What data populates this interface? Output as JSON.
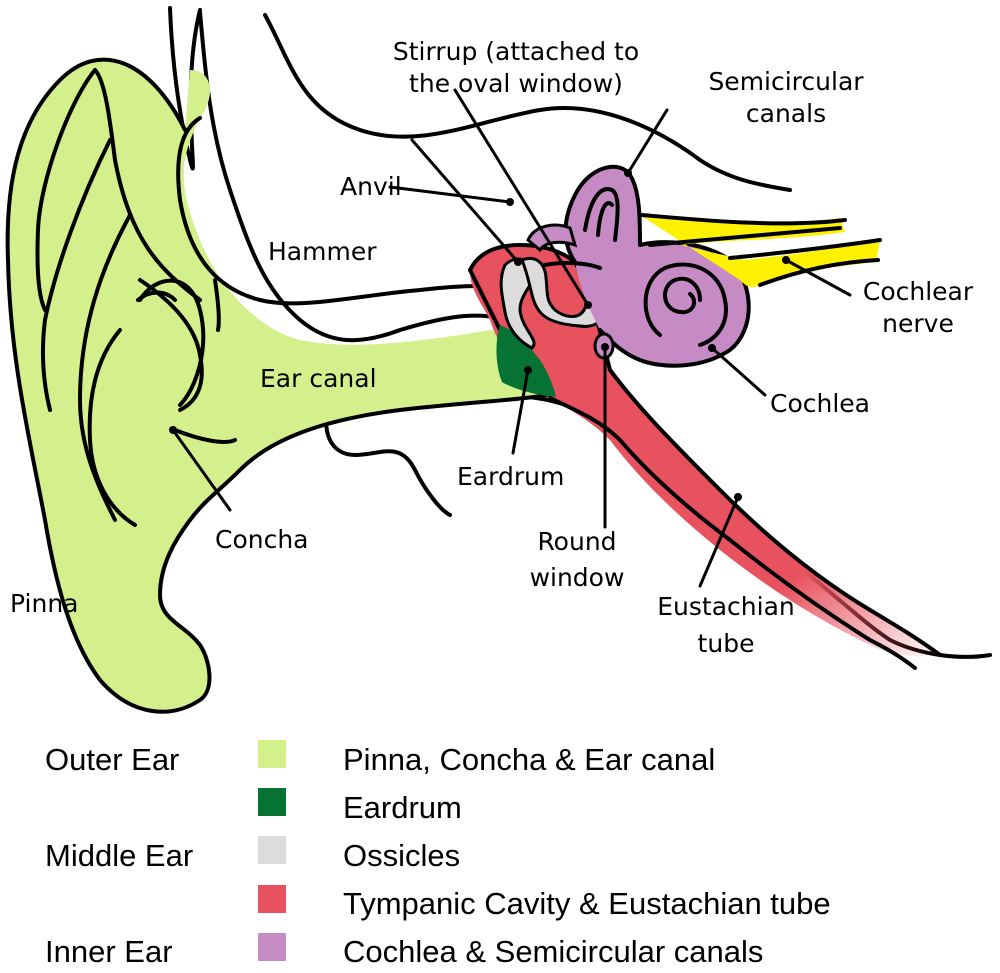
{
  "title": "Anatomy of the human ear",
  "colors": {
    "outer": "#d4f08c",
    "eardrum": "#067233",
    "ossicles": "#dcdcdc",
    "tympanic": "#e8525e",
    "inner": "#c68ac4",
    "nerve": "#fff200",
    "outline": "#000000"
  },
  "labels": {
    "stirrup_line1": "Stirrup (attached to",
    "stirrup_line2": "the oval window)",
    "semicircular_line1": "Semicircular",
    "semicircular_line2": "canals",
    "anvil": "Anvil",
    "hammer": "Hammer",
    "cochlear_nerve_line1": "Cochlear",
    "cochlear_nerve_line2": "nerve",
    "ear_canal": "Ear canal",
    "cochlea": "Cochlea",
    "eardrum": "Eardrum",
    "concha": "Concha",
    "round_window_line1": "Round",
    "round_window_line2": "window",
    "eustachian_line1": "Eustachian",
    "eustachian_line2": "tube",
    "pinna": "Pinna"
  },
  "legend": {
    "groups": [
      {
        "name": "Outer Ear"
      },
      {
        "name": "Middle Ear"
      },
      {
        "name": "Inner Ear"
      }
    ],
    "items": [
      {
        "label": "Pinna, Concha & Ear canal",
        "color": "#d4f08c"
      },
      {
        "label": "Eardrum",
        "color": "#067233"
      },
      {
        "label": "Ossicles",
        "color": "#dcdcdc"
      },
      {
        "label": "Tympanic Cavity & Eustachian tube",
        "color": "#e8525e"
      },
      {
        "label": "Cochlea & Semicircular canals",
        "color": "#c68ac4"
      }
    ]
  }
}
